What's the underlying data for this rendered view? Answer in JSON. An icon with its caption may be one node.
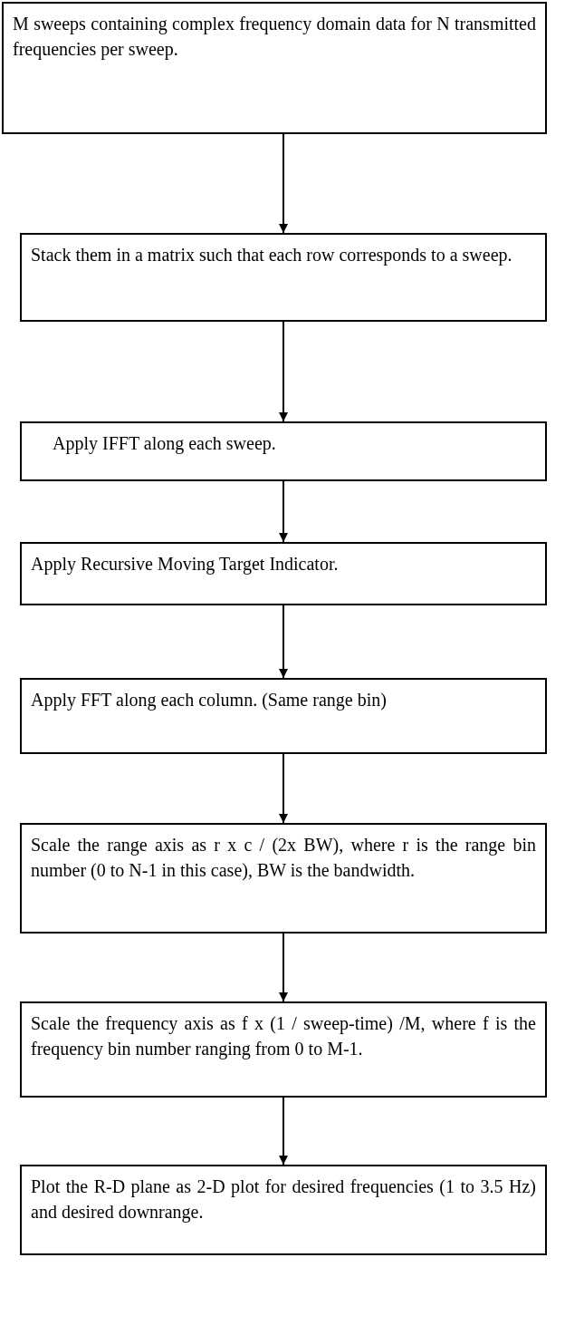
{
  "diagram": {
    "nodes": [
      {
        "text": [
          "M sweeps containing complex frequency domain data for N transmitted frequencies per sweep."
        ]
      },
      {
        "text": [
          "Stack them in a matrix such that each row corresponds to a sweep."
        ]
      },
      {
        "text": [
          "Apply IFFT along each sweep."
        ]
      },
      {
        "text": [
          "Apply Recursive Moving Target Indicator."
        ]
      },
      {
        "text": [
          "Apply FFT along each column. (Same range bin)"
        ]
      },
      {
        "text": [
          "Scale the range axis as r x c / (2x BW), where r is the range bin number (0 to N-1 in this case), BW is the bandwidth."
        ]
      },
      {
        "text": [
          "Scale the frequency axis as f x (1 / sweep-time) /M, where f is the frequency bin number ranging from 0 to M-1."
        ]
      },
      {
        "text": [
          "Plot the R-D plane as 2-D plot for desired frequencies (1 to 3.5 Hz) and desired downrange."
        ]
      }
    ],
    "edges": [
      {
        "from": 0,
        "to": 1,
        "arrow": "to"
      },
      {
        "from": 1,
        "to": 2,
        "arrow": "to"
      },
      {
        "from": 2,
        "to": 3,
        "arrow": "to"
      },
      {
        "from": 3,
        "to": 4,
        "arrow": "to"
      },
      {
        "from": 4,
        "to": 5,
        "arrow": "to"
      },
      {
        "from": 5,
        "to": 6,
        "arrow": "to"
      },
      {
        "from": 6,
        "to": 7,
        "arrow": "to"
      }
    ]
  }
}
